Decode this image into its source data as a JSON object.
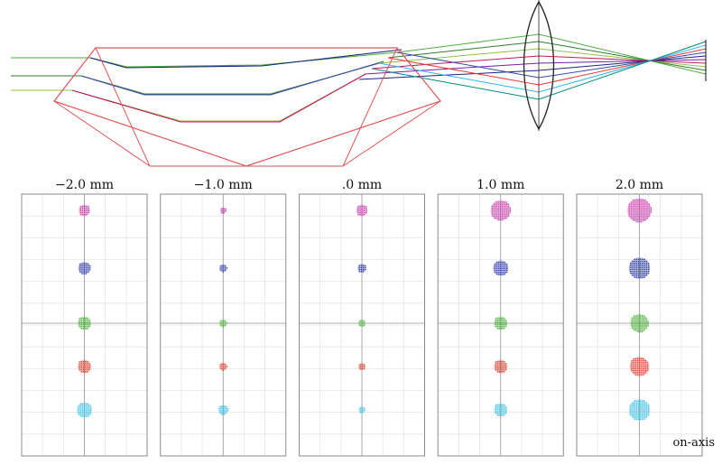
{
  "colors": {
    "prism": "#e0565a",
    "lens": "#222222",
    "grid": "#e6e6e6",
    "axis": "#999999",
    "frame": "#8a8a8a",
    "rays": [
      "#4cae3e",
      "#2e7d32",
      "#8bc34a",
      "#c2185b",
      "#7b1fa2",
      "#1a237e",
      "#3949ab",
      "#e53935",
      "#29b6f6",
      "#00897b"
    ],
    "spots": {
      "magenta": "#c03aa8",
      "blue": "#2a37a8",
      "green": "#4caf3a",
      "red": "#e03a2a",
      "cyan": "#3cc0e6"
    }
  },
  "ray_diagram": {
    "elements": [
      "prism",
      "lens",
      "image-plane"
    ],
    "icons": {
      "prism": "prism-icon",
      "lens": "lens-icon"
    }
  },
  "spot_diagram": {
    "panels": [
      {
        "title": "−2.0 mm",
        "spot_sizes": {
          "magenta": 0.35,
          "blue": 0.4,
          "green": 0.45,
          "red": 0.45,
          "cyan": 0.55
        }
      },
      {
        "title": "−1.0 mm",
        "spot_sizes": {
          "magenta": 0.1,
          "blue": 0.18,
          "green": 0.18,
          "red": 0.18,
          "cyan": 0.28
        }
      },
      {
        "title": ".0 mm",
        "spot_sizes": {
          "magenta": 0.35,
          "blue": 0.22,
          "green": 0.16,
          "red": 0.14,
          "cyan": 0.12
        }
      },
      {
        "title": "1.0 mm",
        "spot_sizes": {
          "magenta": 0.8,
          "blue": 0.55,
          "green": 0.45,
          "red": 0.45,
          "cyan": 0.45
        }
      },
      {
        "title": "2.0 mm",
        "spot_sizes": {
          "magenta": 1.0,
          "blue": 0.85,
          "green": 0.7,
          "red": 0.75,
          "cyan": 0.85
        }
      }
    ],
    "rows": [
      "magenta",
      "blue",
      "green",
      "red",
      "cyan"
    ],
    "note": "on-axis"
  }
}
